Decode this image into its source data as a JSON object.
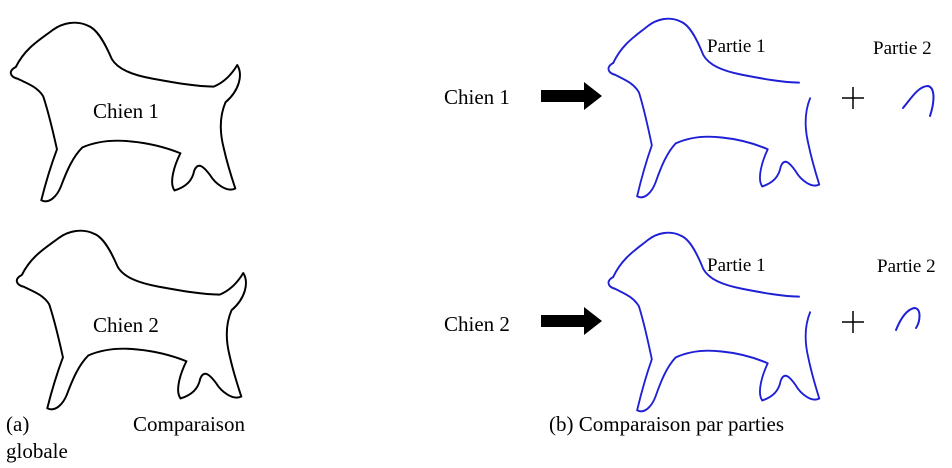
{
  "labels": {
    "dog1": "Chien 1",
    "dog2": "Chien 2",
    "part1": "Partie 1",
    "part2": "Partie 2"
  },
  "captions": {
    "a_letter": "(a)",
    "a_word": "Comparaison",
    "a_line2": "globale",
    "b": "(b) Comparaison par parties"
  },
  "colors": {
    "global_outline": "#000000",
    "parts_outline": "#1f1fd6"
  },
  "icons": {
    "arrow": "right-arrow-icon",
    "plus": "plus-icon"
  }
}
